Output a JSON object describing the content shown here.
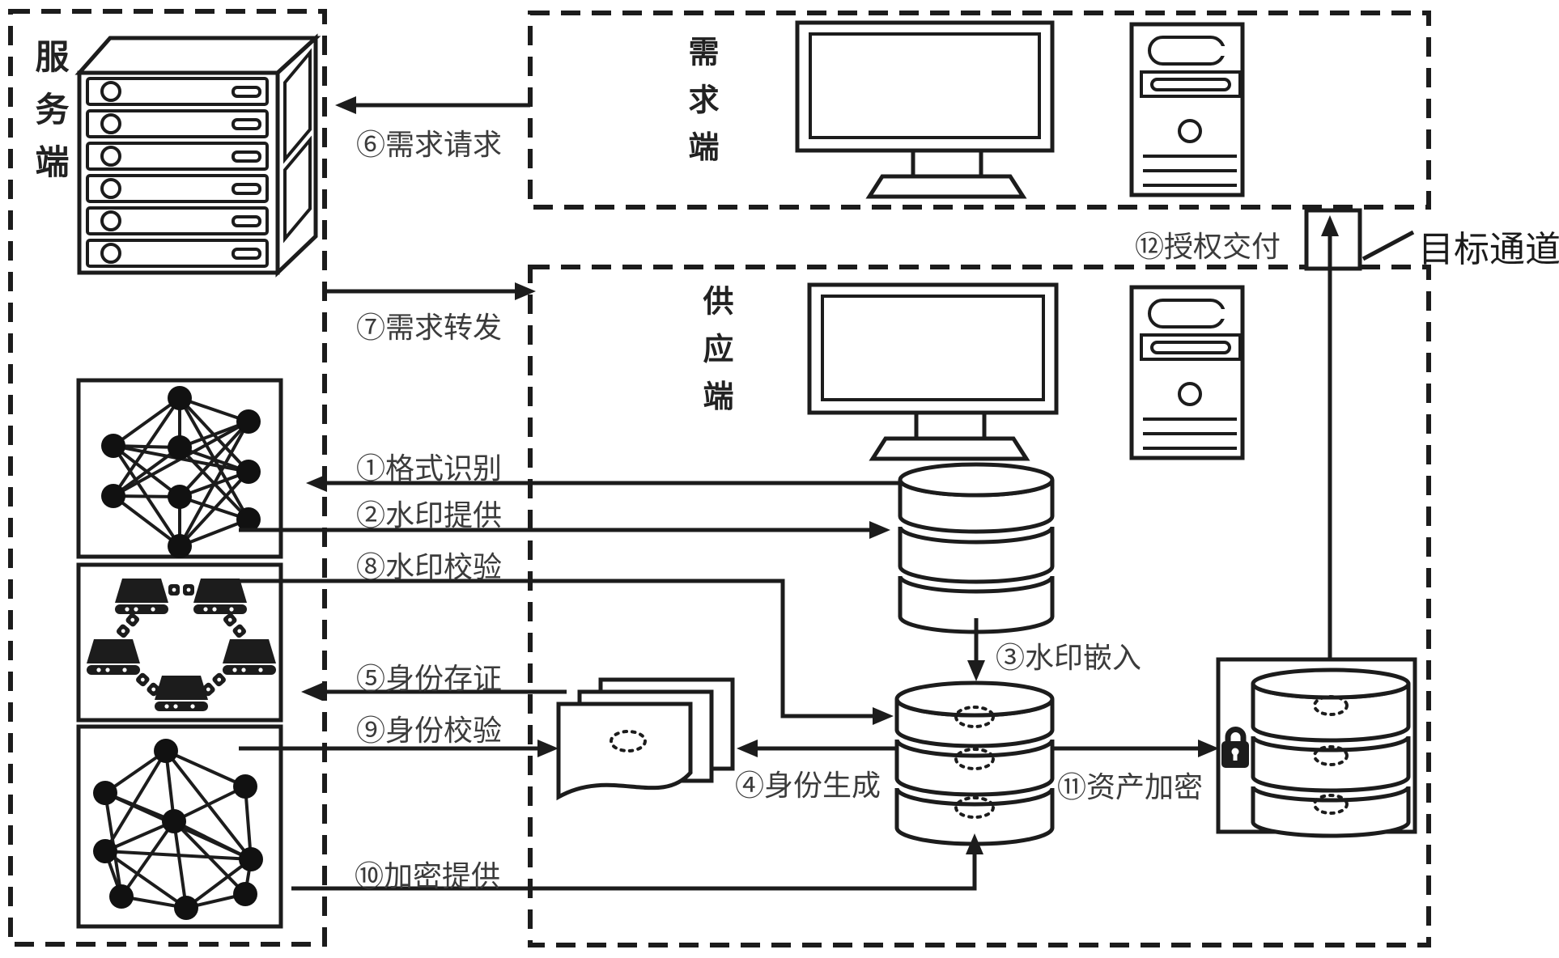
{
  "regions": {
    "server_side": "服务端",
    "demand_side": "需求端",
    "supply_side": "供应端"
  },
  "flow_labels": {
    "f1": "①格式识别",
    "f2": "②水印提供",
    "f3": "③水印嵌入",
    "f4": "④身份生成",
    "f5": "⑤身份存证",
    "f6": "⑥需求请求",
    "f7": "⑦需求转发",
    "f8": "⑧水印校验",
    "f9": "⑨身份校验",
    "f10": "⑩加密提供",
    "f11": "⑪资产加密",
    "f12": "⑫授权交付"
  },
  "callout": {
    "target_channel": "目标通道"
  },
  "icons": [
    "server-rack-icon",
    "neural-network-icon",
    "blockchain-nodes-icon",
    "monitor-icon",
    "computer-tower-icon",
    "database-icon",
    "watermark-database-icon",
    "document-stack-icon",
    "encrypted-database-icon",
    "lock-icon",
    "target-channel-arrow-icon"
  ]
}
